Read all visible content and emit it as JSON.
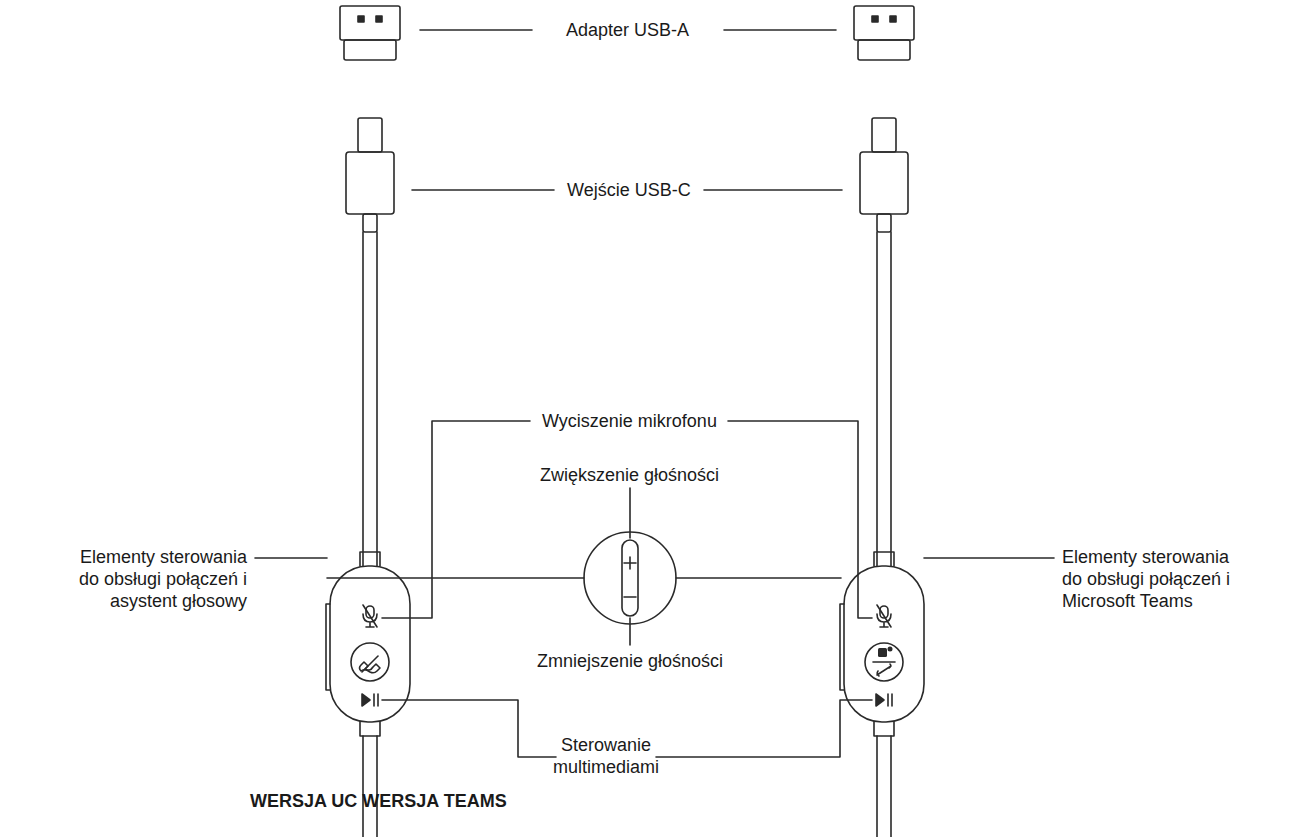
{
  "diagram": {
    "caption": "WERSJA UC WERSJA TEAMS",
    "labels": [
      "Adapter USB-A",
      "Wejście USB-C",
      "Wyciszenie mikrofonu",
      "Zwiększenie głośności",
      "Elementy sterowania do obsługi połączeń i asystent głosowy",
      "Elementy sterowania do obsługi połączeń i Microsoft Teams",
      "Zmniejszenie głośności",
      "Sterowanie multimediami"
    ]
  }
}
